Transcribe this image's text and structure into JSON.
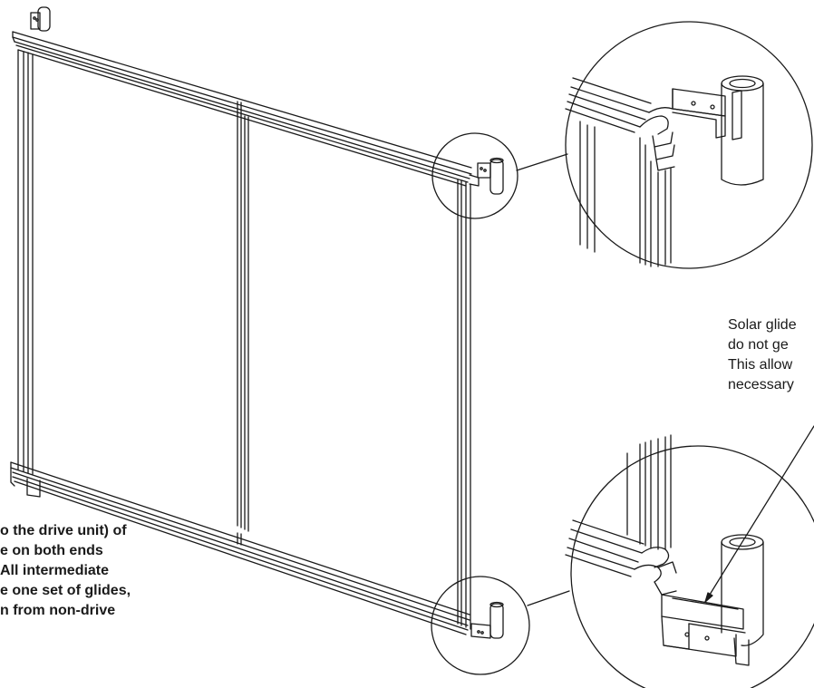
{
  "annotations": {
    "left_note_lines": [
      "o the drive unit) of",
      "e on both ends",
      "All intermediate",
      "e one set of glides,",
      "n from non-drive"
    ],
    "right_note_lines": [
      "Solar glide",
      "do not ge",
      "This allow",
      "necessary"
    ]
  },
  "colors": {
    "line": "#1a1a1a",
    "background": "#ffffff"
  },
  "icons": {
    "detail_callout": "magnifier-circle-icon"
  }
}
